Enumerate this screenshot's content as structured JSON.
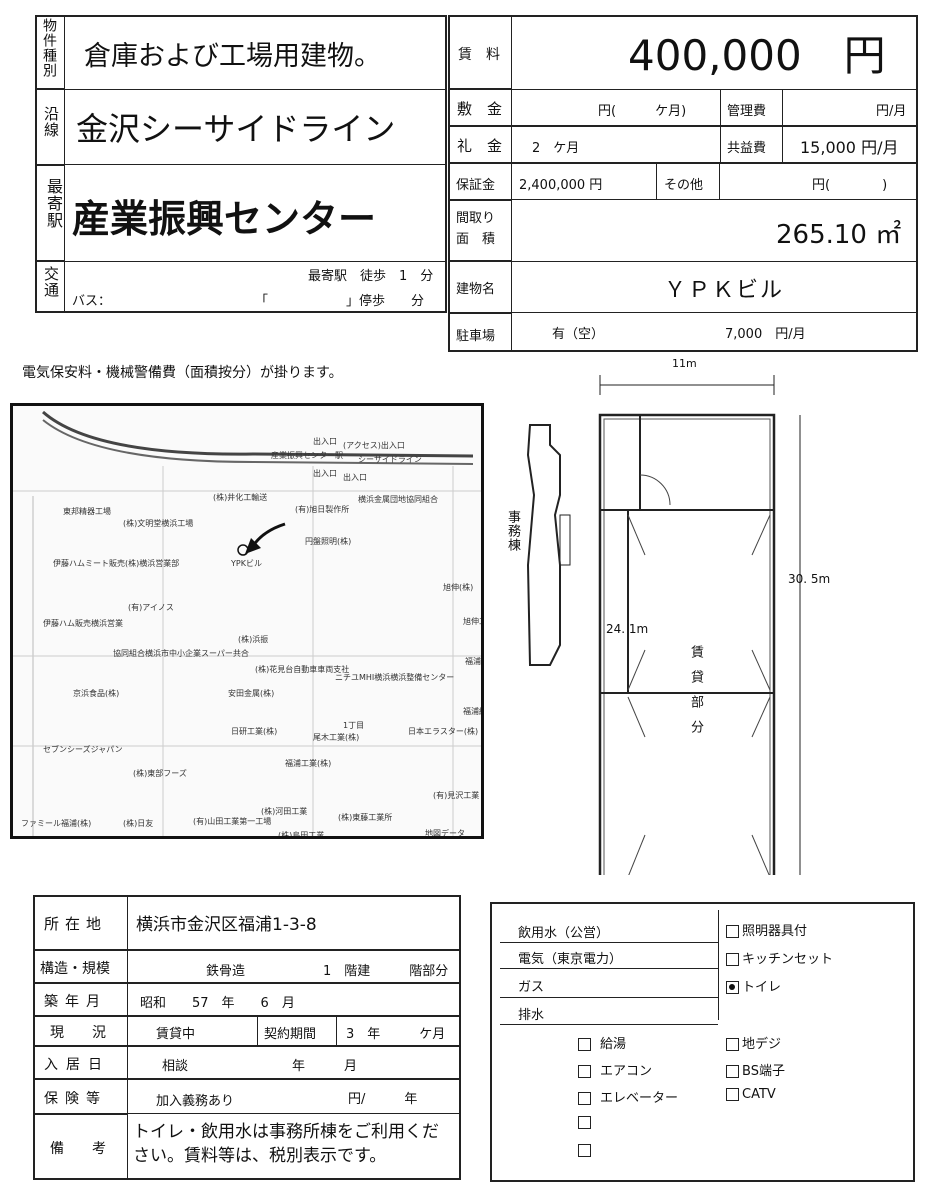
{
  "top_left": {
    "property_type_label": "物件種別",
    "property_type": "倉庫および工場用建物。",
    "line_label": "沿線",
    "line": "金沢シーサイドライン",
    "station_label": "最寄駅",
    "station": "産業振興センター",
    "access_label": "交通",
    "access_walk": "最寄駅　徒歩　1　分",
    "access_bus": "バス：",
    "access_bus_stop": "「　　　　　　」停歩　　分"
  },
  "top_right": {
    "rent_label": "賃　料",
    "rent": "400,000　円",
    "deposit_label": "敷　金",
    "deposit": "円(　　　ケ月)",
    "mgmt_label": "管理費",
    "mgmt": "円/月",
    "key_money_label": "礼　金",
    "key_money": "2　ケ月",
    "common_label": "共益費",
    "common": "15,000 円/月",
    "guarantee_label": "保証金",
    "guarantee": "2,400,000 円",
    "other_label": "その他",
    "other": "円(　　　　)",
    "area_label": "間取り面　積",
    "area": "265.10 ㎡",
    "building_label": "建物名",
    "building": "ＹＰＫビル",
    "parking_label": "駐車場",
    "parking_status": "有（空）",
    "parking_fee": "7,000　円/月"
  },
  "note": "電気保安料・機械警備費（面積按分）が掛ります。",
  "floorplan": {
    "width": "11m",
    "length": "30. 5m",
    "inner": "24. 1m",
    "office_label": "事務棟",
    "rent_label": "賃貸部分"
  },
  "map": {
    "labels": [
      "出入口",
      "(アクセス)出入口",
      "産業振興センター駅",
      "シーサイドライン",
      "出入口",
      "出入口",
      "横浜金属団地協同組合",
      "(有)旭日製作所",
      "(株)井化工輸送",
      "東邦精器工場",
      "(株)文明堂横浜工場",
      "YPKビル",
      "円盤照明(株)",
      "伊藤ハムミート販売(株)横浜営業部",
      "(有)アイノス",
      "伊藤ハム販売横浜営業",
      "(株)浜振",
      "協同組合横浜市中小企業スーパー共合",
      "(株)花見台自動車車両支社",
      "ニチユMHI横浜横浜整備センター",
      "京浜食品(株)",
      "安田金属(株)",
      "日研工業(株)",
      "1丁目",
      "尾木工業(株)",
      "日本エラスター(株)",
      "セブンシーズジャパン",
      "(株)東部フーズ",
      "福浦工業(株)",
      "(有)見沢工業",
      "(株)河田工業",
      "ファミール福浦(株)",
      "(株)日友",
      "(有)山田工業第一工場",
      "(株)島田工業",
      "(株)東藤工業所",
      "地図データ",
      "福浦橋",
      "福浦線",
      "旭伸(株)",
      "旭伸工業"
    ]
  },
  "bottom_left": {
    "address_label": "所在地",
    "address": "横浜市金沢区福浦1-3-8",
    "structure_label": "構造・規模",
    "structure": "鉄骨造　　　　　　1　階建　　　階部分",
    "built_label": "築年月",
    "built": "昭和　　57　年　　6　月",
    "status_label": "現　　況",
    "status": "賃貸中",
    "contract_label": "契約期間",
    "contract": "3　年　　　ケ月",
    "movein_label": "入居日",
    "movein": "相談　　　　　　　　年　　　月",
    "insurance_label": "保険等",
    "insurance": "加入義務あり",
    "insurance_fee": "円/　　　年",
    "remarks_label": "備　　考",
    "remarks": "トイレ・飲用水は事務所棟をご利用ください。賃料等は、税別表示です。"
  },
  "bottom_right": {
    "left_items": [
      "飲用水（公営）",
      "電気（東京電力）",
      "ガス",
      "排水"
    ],
    "check_items": [
      {
        "label": "給湯",
        "checked": false
      },
      {
        "label": "エアコン",
        "checked": false
      },
      {
        "label": "エレベーター",
        "checked": false
      },
      {
        "label": "",
        "checked": false
      },
      {
        "label": "",
        "checked": false
      }
    ],
    "right_items": [
      {
        "label": "照明器具付",
        "checked": false
      },
      {
        "label": "キッチンセット",
        "checked": false
      },
      {
        "label": "トイレ",
        "checked": true
      },
      {
        "label": "地デジ",
        "checked": false
      },
      {
        "label": "BS端子",
        "checked": false
      },
      {
        "label": "CATV",
        "checked": false
      }
    ]
  }
}
